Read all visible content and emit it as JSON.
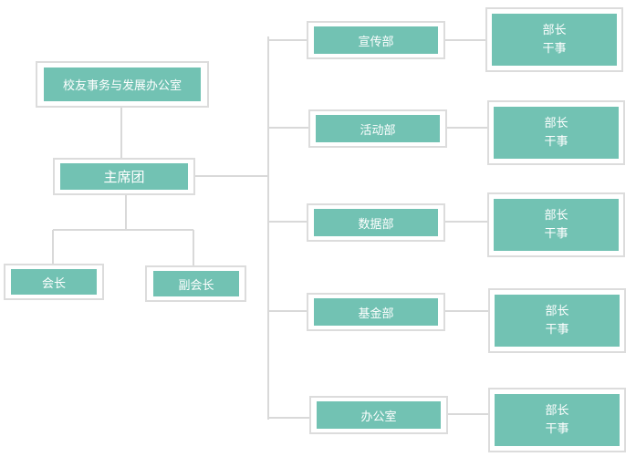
{
  "nodes": {
    "alumni_office": "校友事务与发展办公室",
    "presidium": "主席团",
    "president": "会长",
    "vice_president": "副会长",
    "departments": [
      {
        "name": "宣传部",
        "roles": [
          "部长",
          "干事"
        ]
      },
      {
        "name": "活动部",
        "roles": [
          "部长",
          "干事"
        ]
      },
      {
        "name": "数据部",
        "roles": [
          "部长",
          "干事"
        ]
      },
      {
        "name": "基金部",
        "roles": [
          "部长",
          "干事"
        ]
      },
      {
        "name": "办公室",
        "roles": [
          "部长",
          "干事"
        ]
      }
    ]
  },
  "colors": {
    "node_fill": "#72c2b3",
    "node_border": "#dcdcdc",
    "connector": "#d9d9d9",
    "text": "#ffffff"
  }
}
